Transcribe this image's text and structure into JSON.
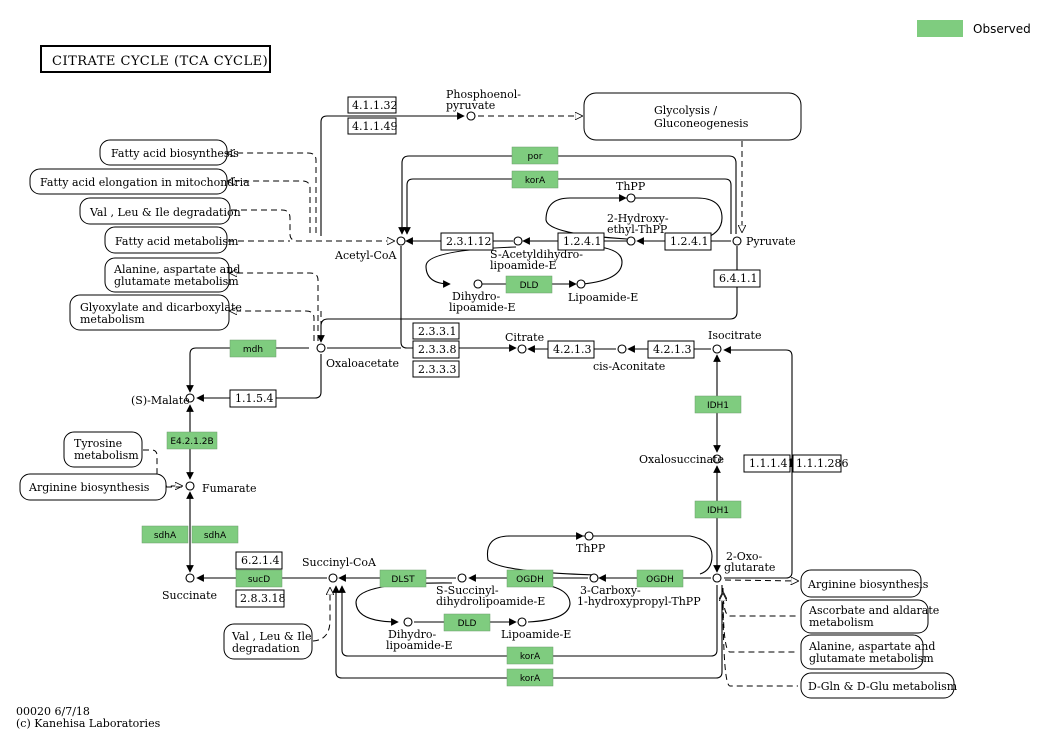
{
  "title": "CITRATE  CYCLE  (TCA CYCLE)",
  "legend": {
    "label": "Observed",
    "color": "#7fcc7f"
  },
  "footer": {
    "code": "00020 6/7/18",
    "copyright": "(c) Kanehisa Laboratories"
  },
  "compounds": {
    "pep1": "Phosphoenol-",
    "pep2": "pyruvate",
    "acetylcoa": "Acetyl-CoA",
    "pyruvate": "Pyruvate",
    "thpp": "ThPP",
    "hydroxy1": "2-Hydroxy-",
    "hydroxy2": "ethyl-ThPP",
    "sacetyl1": "S-Acetyldihydro-",
    "sacetyl2": "lipoamide-E",
    "dihydro1": "Dihydro-",
    "dihydro2": "lipoamide-E",
    "lipoamide": "Lipoamide-E",
    "oxaloacetate": "Oxaloacetate",
    "citrate": "Citrate",
    "cisaconitate": "cis-Aconitate",
    "isocitrate": "Isocitrate",
    "smalate": "(S)-Malate",
    "oxalosuccinate": "Oxalosuccinate",
    "fumarate": "Fumarate",
    "succinate": "Succinate",
    "succinylcoa": "Succinyl-CoA",
    "thpp2": "ThPP",
    "ssuccinyl1": "S-Succinyl-",
    "ssuccinyl2": "dihydrolipoamide-E",
    "carboxy1": "3-Carboxy-",
    "carboxy2": "1-hydroxypropyl-ThPP",
    "oxo1": "2-Oxo-",
    "oxo2": "glutarate",
    "dihydro3": "Dihydro-",
    "dihydro4": "lipoamide-E",
    "lipoamide2": "Lipoamide-E"
  },
  "maps": {
    "glycolysis1": "Glycolysis /",
    "glycolysis2": "Gluconeogenesis",
    "fattybio": "Fatty acid biosynthesis",
    "fattyelong": "Fatty acid elongation in mitochondria",
    "valdeg": "Val , Leu & Ile degradation",
    "fattymet": "Fatty acid metabolism",
    "ala1": "Alanine, aspartate and",
    "ala2": "glutamate metabolism",
    "glyox1": "Glyoxylate and dicarboxylate",
    "glyox2": "metabolism",
    "tyr1": "Tyrosine",
    "tyr2": "metabolism",
    "argbio": "Arginine biosynthesis",
    "valdeg2a": "Val , Leu & Ile",
    "valdeg2b": "degradation",
    "argbio2": "Arginine biosynthesis",
    "asc1": "Ascorbate and aldarate",
    "asc2": "metabolism",
    "ala3": "Alanine, aspartate and",
    "ala4": "glutamate metabolism",
    "dgln": "D-Gln & D-Glu metabolism"
  },
  "enzymes": {
    "e41132": "4.1.1.32",
    "e41149": "4.1.1.49",
    "e23112": "2.3.1.12",
    "e1241a": "1.2.4.1",
    "e1241b": "1.2.4.1",
    "e6411": "6.4.1.1",
    "e2331": "2.3.3.1",
    "e2338": "2.3.3.8",
    "e2333": "2.3.3.3",
    "e4213a": "4.2.1.3",
    "e4213b": "4.2.1.3",
    "e1154": "1.1.5.4",
    "e11141": "1.1.1.41",
    "e111286": "1.1.1.286",
    "e6214": "6.2.1.4",
    "e28318": "2.8.3.18"
  },
  "genes": {
    "por": "por",
    "kora1": "korA",
    "dld1": "DLD",
    "mdh": "mdh",
    "idh1a": "IDH1",
    "idh1b": "IDH1",
    "e42": "E4.2.1.2B",
    "sdha1": "sdhA",
    "sdha2": "sdhA",
    "sucd": "sucD",
    "dlst": "DLST",
    "ogdh1": "OGDH",
    "ogdh2": "OGDH",
    "dld2": "DLD",
    "kora2": "korA",
    "kora3": "korA"
  }
}
